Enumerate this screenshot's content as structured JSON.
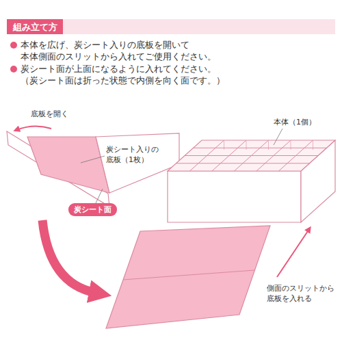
{
  "diagram": {
    "title": "組み立て方",
    "nodes": [
      {
        "text": [
          "炭シート面"
        ]
      }
    ],
    "labels": [
      "本体を広げ、炭シート入りの底板を開いて 本体側面のスリットから入れてご使用ください。",
      "炭シート面が上面になるように入れてください。 （炭シート面は折った状態で内側を向く面です。）",
      "底板を開く",
      "炭シート入りの 底板（1枚）",
      "本体（1個）",
      "側面のスリットから 底板を入れる"
    ]
  }
}
